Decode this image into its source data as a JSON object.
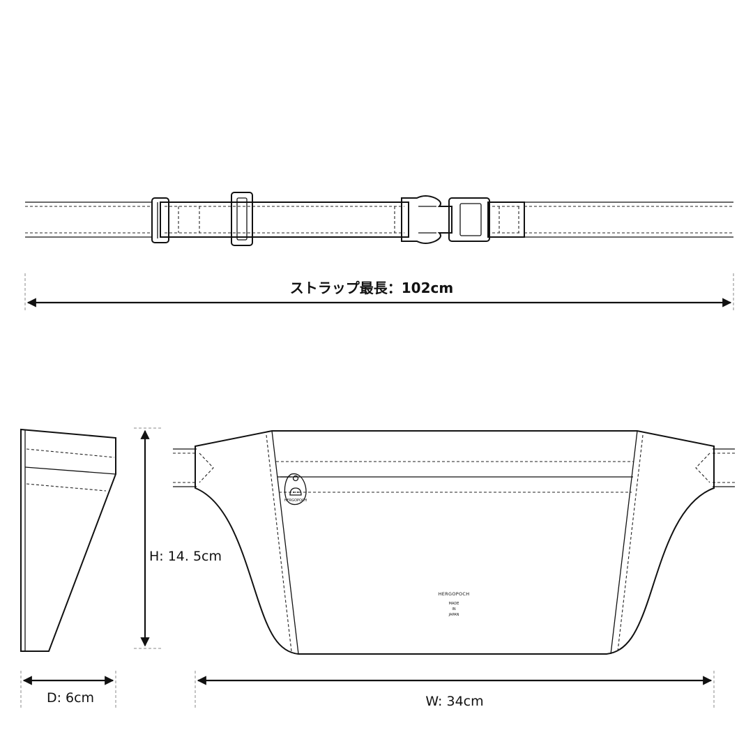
{
  "labels": {
    "strap_length": "ストラップ最長：102cm",
    "height": "H: 14. 5cm",
    "depth": "D: 6cm",
    "width": "W: 34cm"
  },
  "bag_print": {
    "brand": "HERGOPOCH",
    "made": "MADE",
    "in": "IN",
    "japan": "JAPAN",
    "tag_brand": "HERGOPOCH"
  }
}
